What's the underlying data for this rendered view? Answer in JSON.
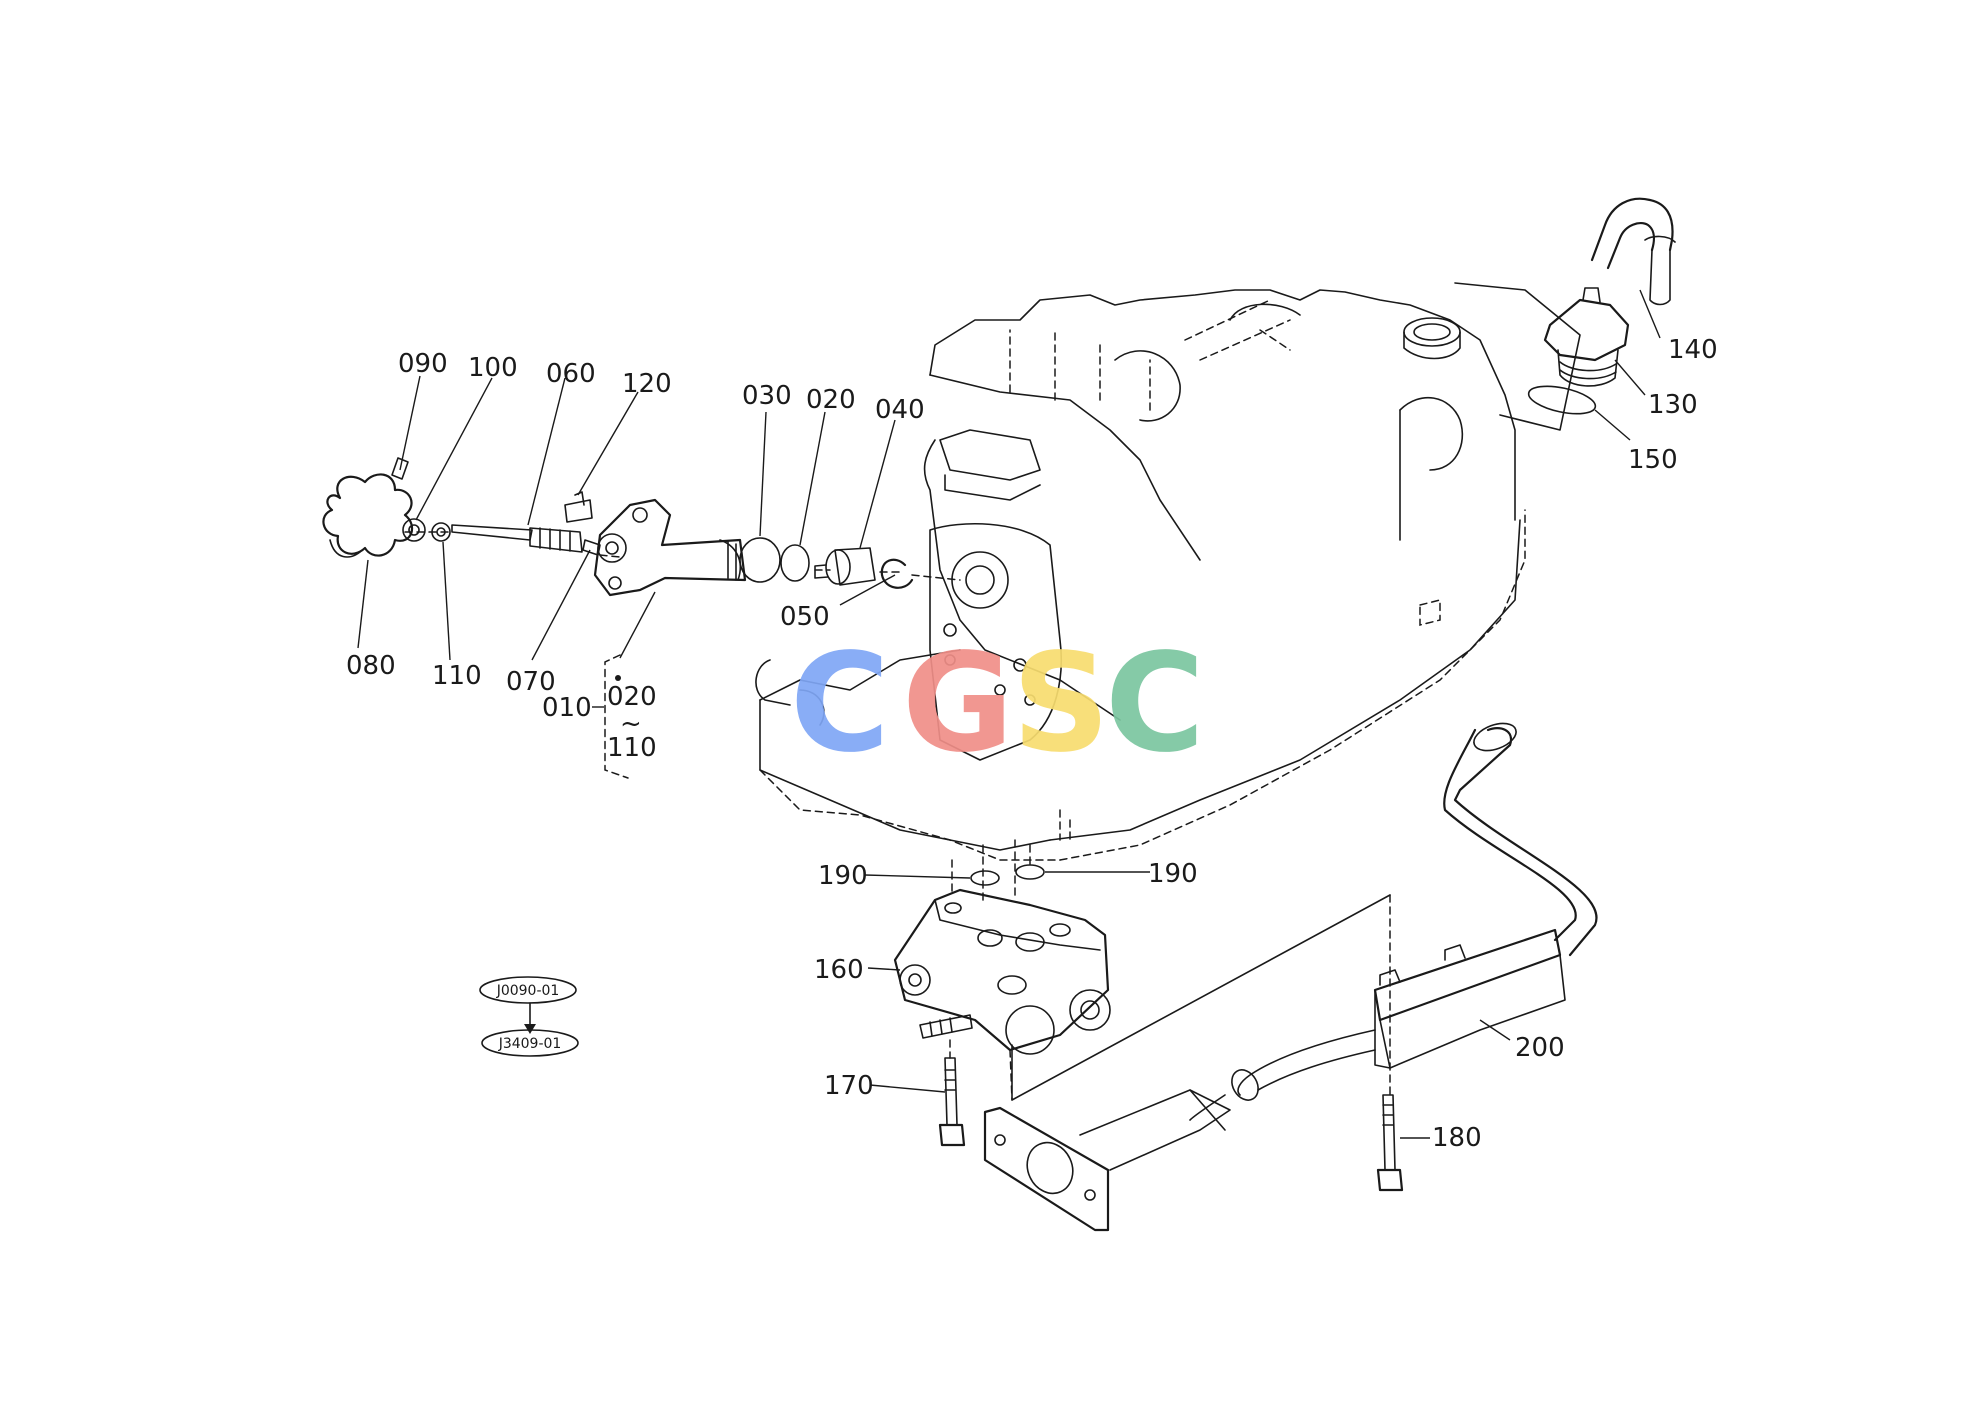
{
  "part_labels": {
    "p090": "090",
    "p100": "100",
    "p060": "060",
    "p120": "120",
    "p030": "030",
    "p020a": "020",
    "p040": "040",
    "p050": "050",
    "p080": "080",
    "p110a": "110",
    "p070": "070",
    "p010": "010",
    "p020b": "020",
    "p110b": "110",
    "p140": "140",
    "p130": "130",
    "p150": "150",
    "p190a": "190",
    "p190b": "190",
    "p160": "160",
    "p170": "170",
    "p200": "200",
    "p180": "180"
  },
  "range_marker": "~",
  "reference_codes": {
    "upper": "J0090-01",
    "lower": "J3409-01"
  },
  "watermark": {
    "letters": [
      "C",
      "G",
      "S",
      "C"
    ],
    "colors": [
      "#7fa6f5",
      "#f08e88",
      "#f7dc6f",
      "#7bc6a0"
    ]
  }
}
